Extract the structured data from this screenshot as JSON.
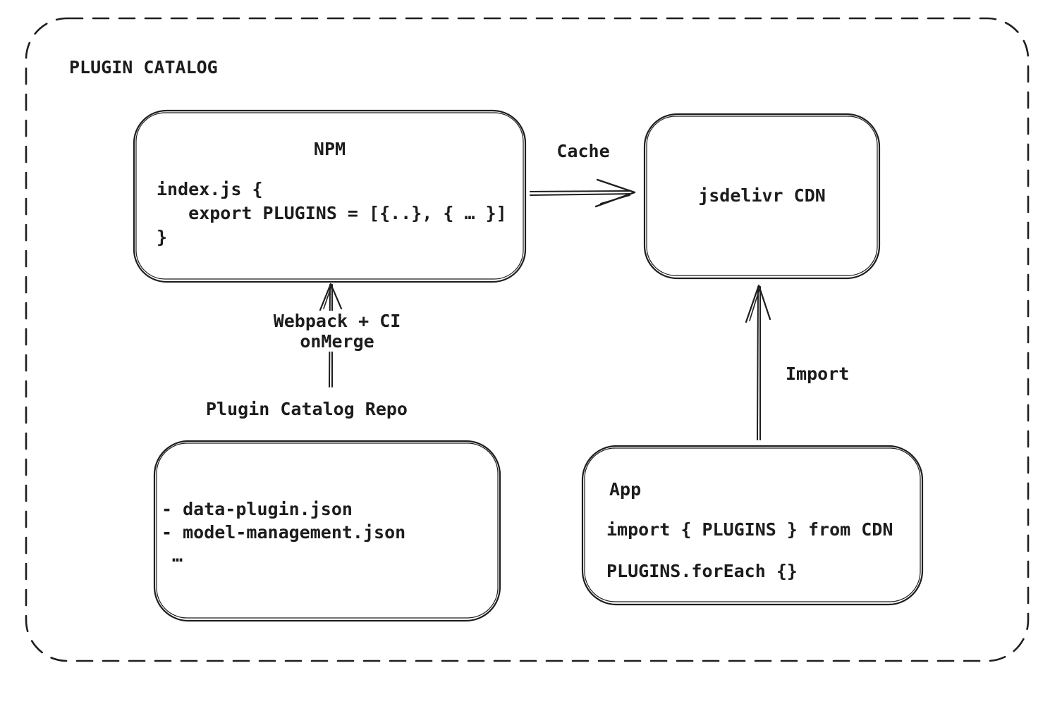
{
  "title": "PLUGIN CATALOG",
  "nodes": {
    "npm": {
      "title": "NPM",
      "code": "index.js {\n   export PLUGINS = [{..}, { … }]\n}"
    },
    "cdn": {
      "label": "jsdelivr CDN"
    },
    "repo": {
      "caption": "Plugin Catalog Repo",
      "files": "- data-plugin.json\n- model-management.json\n …"
    },
    "app": {
      "title": "App",
      "import_line": "import { PLUGINS } from CDN",
      "foreach_line": "PLUGINS.forEach {}"
    }
  },
  "edges": {
    "cache": {
      "label": "Cache"
    },
    "build": {
      "label": "Webpack + CI\nonMerge"
    },
    "import": {
      "label": "Import"
    }
  },
  "colors": {
    "stroke": "#1e1e1e",
    "background": "#ffffff"
  }
}
